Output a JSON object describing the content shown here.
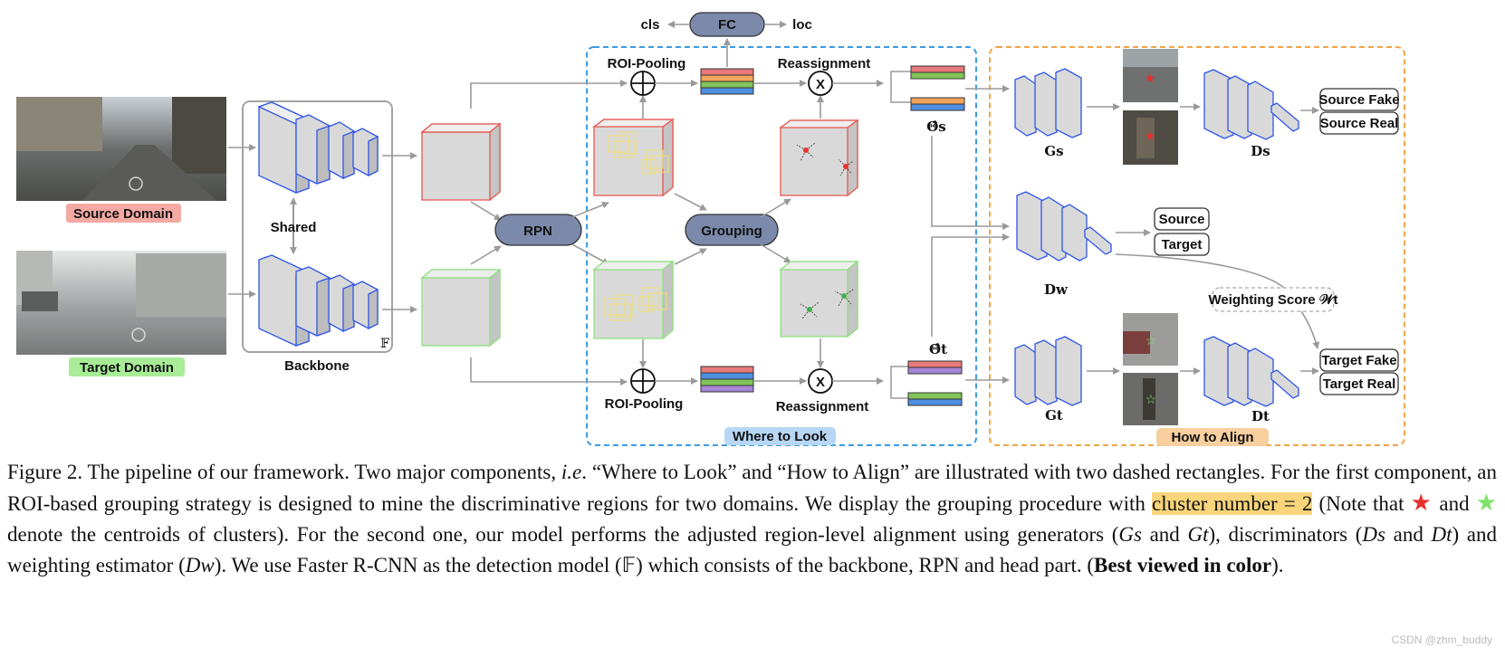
{
  "diagram": {
    "labels": {
      "source_domain": "Source Domain",
      "target_domain": "Target Domain",
      "shared": "Shared",
      "backbone": "Backbone",
      "backbone_symbol": "𝔽",
      "rpn": "RPN",
      "grouping": "Grouping",
      "fc": "FC",
      "cls": "cls",
      "loc": "loc",
      "roi_pooling_top": "ROI-Pooling",
      "roi_pooling_bottom": "ROI-Pooling",
      "reassignment_top": "Reassignment",
      "reassignment_bottom": "Reassignment",
      "theta_s": "Θ̂s",
      "theta_t": "Θ̂t",
      "where_to_look": "Where to Look",
      "how_to_align": "How to Align",
      "G_s": "Gs",
      "D_s": "Ds",
      "D_w": "Dw",
      "G_t": "Gt",
      "D_t": "Dt",
      "source_fake": "Source Fake",
      "source_real": "Source Real",
      "source": "Source",
      "target": "Target",
      "target_fake": "Target Fake",
      "target_real": "Target Real",
      "weighting_score": "Weighting Score 𝒲t",
      "multiply_symbol": "X"
    },
    "colors": {
      "source_pill": "#f4a9a3",
      "target_pill": "#a8ec98",
      "where_pill": "#b7d7f5",
      "align_pill": "#f8cf9e",
      "where_box": "#3c9be0",
      "align_box": "#f0a54a",
      "node_fill": "#7b89aa",
      "feature_red": "#e8564f",
      "feature_green": "#8fe07f",
      "layer_blue": "#2f56e6",
      "bar_red": "#e8797a",
      "bar_orange": "#f3a35a",
      "bar_green": "#82c45a",
      "bar_blue": "#4f8fe0",
      "bar_purple": "#a786d8"
    },
    "icons": [
      "plus-circle-icon",
      "multiply-circle-icon",
      "red-star-icon",
      "green-star-icon"
    ]
  },
  "caption": {
    "figure_label": "Figure 2.",
    "line1_a": " The pipeline of our framework. Two major components, ",
    "ie": "i.e",
    "line1_b": ". “Where to Look” and “How to Align” are illustrated with two dashed rectangles. For the first component, an ROI-based grouping strategy is designed to mine the discriminative regions for two domains. We display the grouping procedure with ",
    "highlight": "cluster number = 2",
    "line3_a": " (Note that ",
    "and_text": " and ",
    "line3_b": " denote the centroids of clusters). For the second one, our model performs the adjusted region-level alignment using generators (",
    "gs": "Gs",
    "and2": " and ",
    "gt": "Gt",
    "disc": "), discriminators (",
    "ds": "Ds",
    "and3": " and ",
    "dt": "Dt",
    "weight": ") and weighting estimator (",
    "dw": "Dw",
    "rest": "). We use Faster R-CNN as the detection model (𝔽) which consists of the backbone, RPN and head part. (",
    "bold": "Best viewed in color",
    "end": ")."
  },
  "watermark": "CSDN @zhm_buddy"
}
